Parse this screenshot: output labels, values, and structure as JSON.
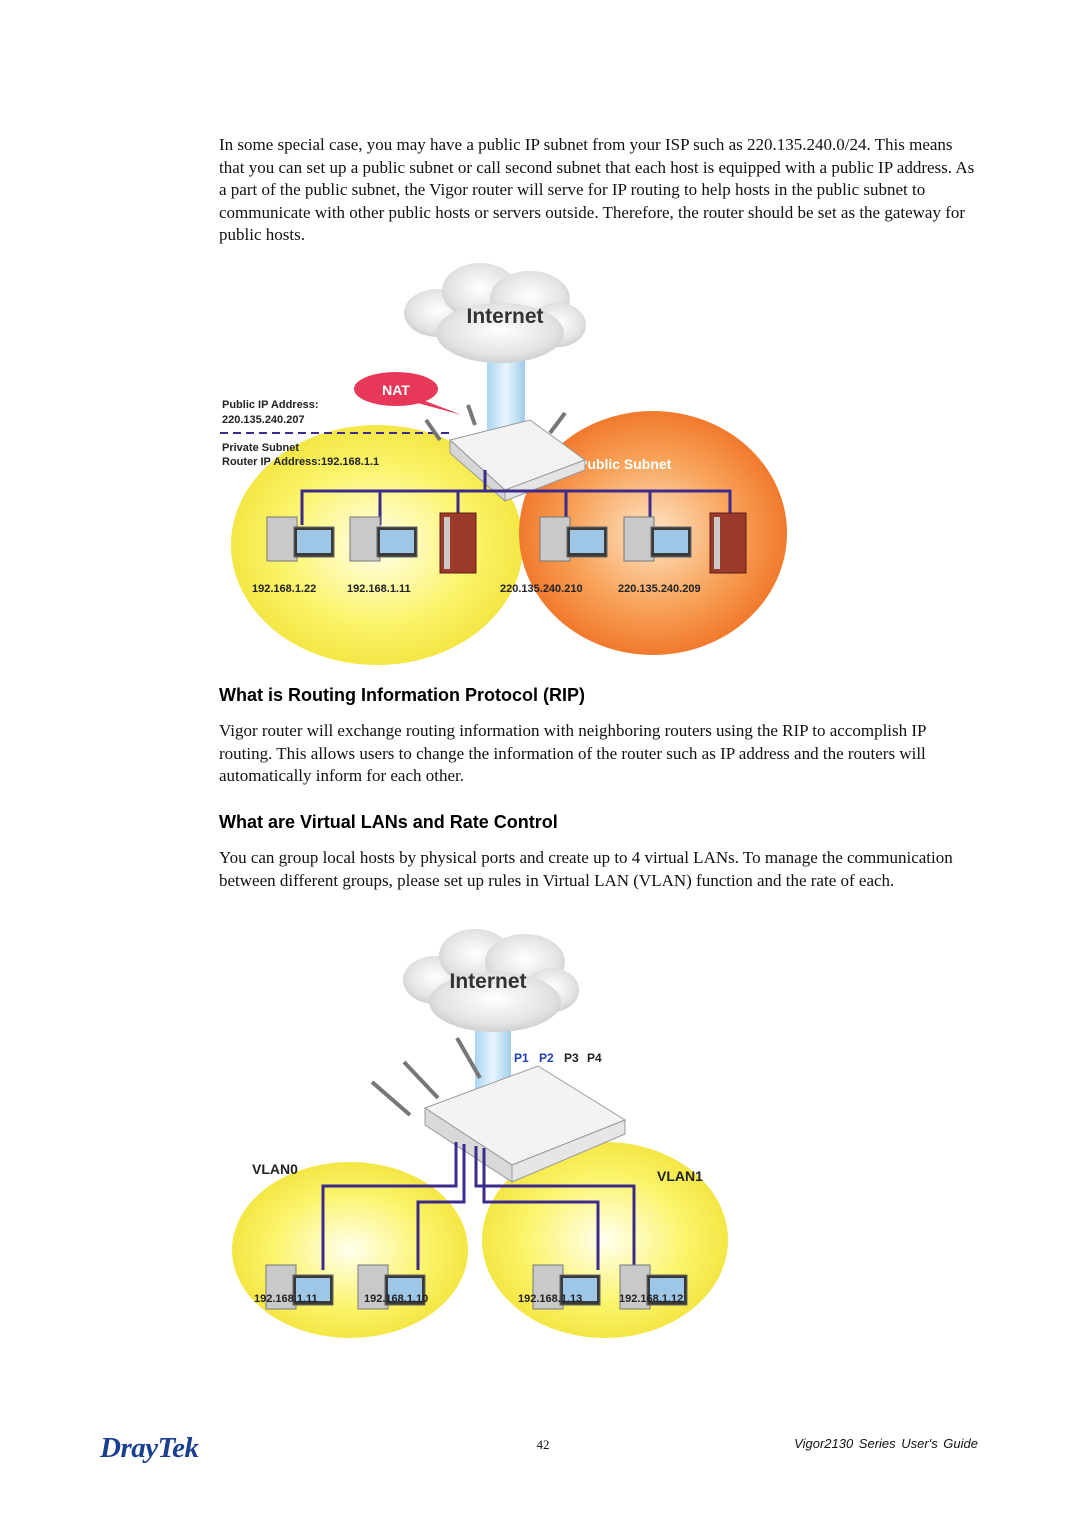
{
  "intro_paragraph": "In some special case, you may have a public IP subnet from your ISP such as 220.135.240.0/24. This means that you can set up a public subnet or call second subnet that each host is equipped with a public IP address. As a part of the public subnet, the Vigor router will serve for IP routing to help hosts in the public subnet to communicate with other public hosts or servers outside. Therefore, the router should be set as the gateway for public hosts.",
  "diagram1": {
    "cloud_label": "Internet",
    "nat_label": "NAT",
    "public_ip_label": "Public IP Address:",
    "public_ip_value": "220.135.240.207",
    "private_subnet_label": "Private Subnet",
    "router_ip_label": "Router IP Address:192.168.1.1",
    "public_subnet_label": "Public Subnet",
    "host_ips": [
      "192.168.1.22",
      "192.168.1.11",
      "220.135.240.210",
      "220.135.240.209"
    ]
  },
  "rip_section": {
    "heading": "What is Routing Information Protocol (RIP)",
    "paragraph": "Vigor router will exchange routing information with neighboring routers using the RIP to accomplish IP routing. This allows users to change the information of the router such as IP address and the routers will automatically inform for each other."
  },
  "vlan_section": {
    "heading": "What are Virtual LANs and Rate Control",
    "paragraph": "You can group local hosts by physical ports and create up to 4 virtual LANs. To manage the communication between different groups, please set up rules in Virtual LAN (VLAN) function and the rate of each."
  },
  "diagram2": {
    "cloud_label": "Internet",
    "ports": [
      "P1",
      "P2",
      "P3",
      "P4"
    ],
    "vlan0_label": "VLAN0",
    "vlan1_label": "VLAN1",
    "host_ips": [
      "192.168.1.11",
      "192.168.1.10",
      "192.168.1.13",
      "192.168.1.12"
    ]
  },
  "footer": {
    "logo": "DrayTek",
    "page_number": "42",
    "guide_title": "Vigor2130 Series User's Guide"
  },
  "colors": {
    "yellow_zone": "#fbf46a",
    "orange_zone": "#f58a3c",
    "nat_badge": "#e8385a",
    "cable": "#3c2a8c",
    "port_blue": "#1f3fb5"
  }
}
